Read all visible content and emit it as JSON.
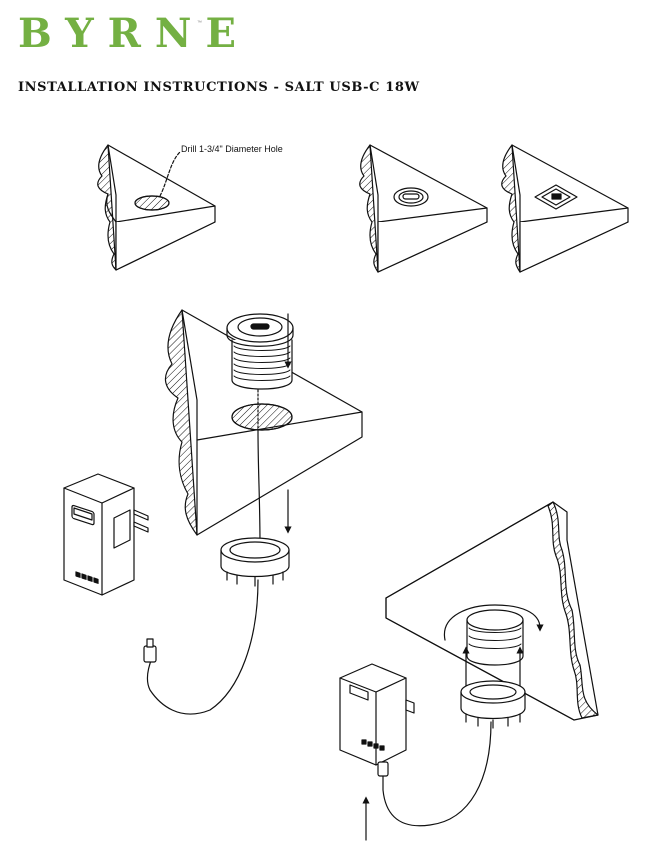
{
  "brand": {
    "name": "BYRNE",
    "trademark": "™",
    "color": "#74b043"
  },
  "document": {
    "title": "INSTALLATION INSTRUCTIONS - SALT USB-C 18W"
  },
  "steps": {
    "drill": {
      "callout": "Drill 1-3/4\" Diameter Hole"
    }
  },
  "line_color": "#111111"
}
